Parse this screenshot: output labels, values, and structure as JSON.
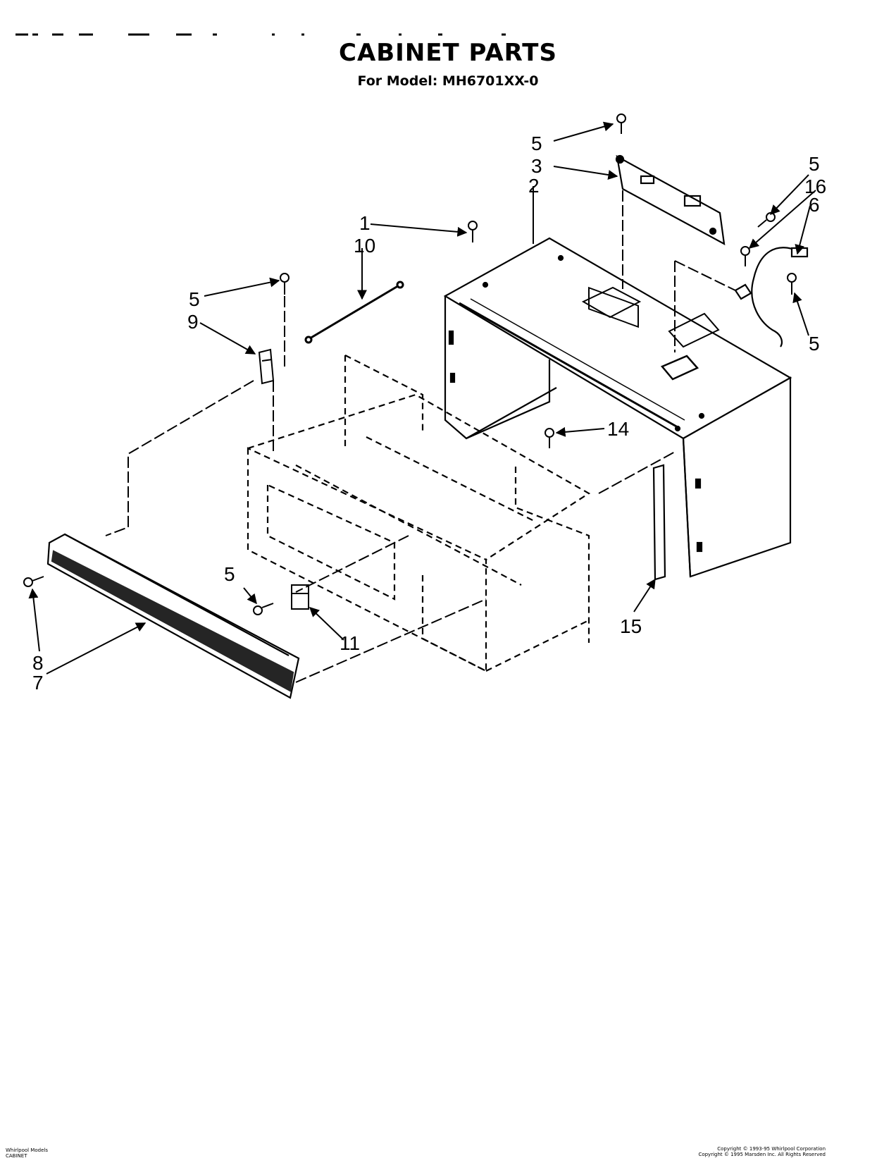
{
  "title": "CABINET PARTS",
  "subtitle": "For Model: MH6701XX-0",
  "callouts": [
    {
      "id": "c5a",
      "text": "5"
    },
    {
      "id": "c3",
      "text": "3"
    },
    {
      "id": "c2",
      "text": "2"
    },
    {
      "id": "c5b",
      "text": "5"
    },
    {
      "id": "c16",
      "text": "16"
    },
    {
      "id": "c6",
      "text": "6"
    },
    {
      "id": "c1",
      "text": "1"
    },
    {
      "id": "c10",
      "text": "10"
    },
    {
      "id": "c5c",
      "text": "5"
    },
    {
      "id": "c9",
      "text": "9"
    },
    {
      "id": "c5d",
      "text": "5"
    },
    {
      "id": "c14",
      "text": "14"
    },
    {
      "id": "c5e",
      "text": "5"
    },
    {
      "id": "c11",
      "text": "11"
    },
    {
      "id": "c15",
      "text": "15"
    },
    {
      "id": "c8",
      "text": "8"
    },
    {
      "id": "c7",
      "text": "7"
    }
  ],
  "footer": {
    "left_line1": "Whirlpool Models",
    "left_line2": "CABINET",
    "right_line1": "Copyright © 1993-95 Whirlpool Corporation",
    "right_line2": "Copyright © 1995 Marsden Inc. All Rights Reserved"
  }
}
